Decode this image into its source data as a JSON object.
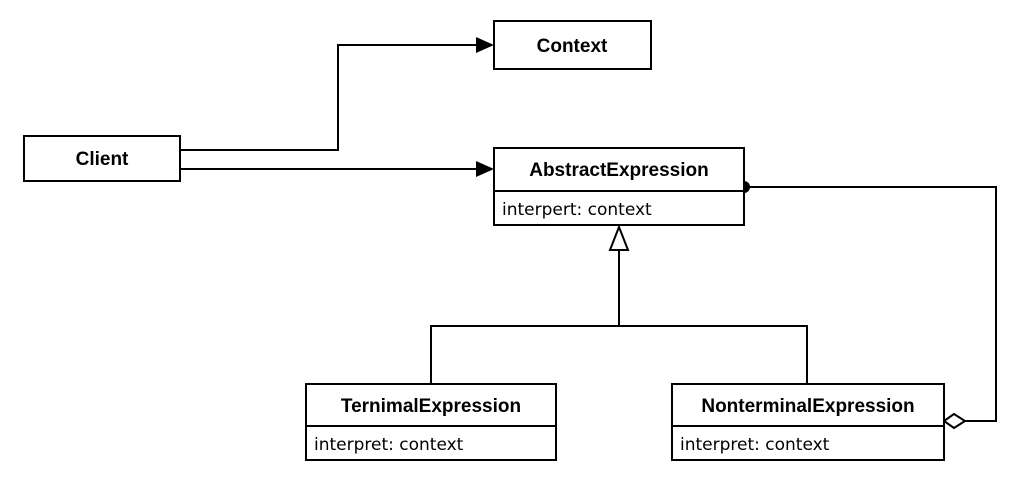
{
  "diagram": {
    "classes": {
      "context": {
        "name": "Context"
      },
      "client": {
        "name": "Client"
      },
      "abstract_expression": {
        "name": "AbstractExpression",
        "operation": "interpert: context"
      },
      "terminal_expression": {
        "name": "TernimalExpression",
        "operation": "interpret: context"
      },
      "nonterminal_expression": {
        "name": "NonterminalExpression",
        "operation": "interpret: context"
      }
    },
    "relationships": [
      {
        "from": "Client",
        "to": "Context",
        "kind": "association",
        "end": "filled-arrow"
      },
      {
        "from": "Client",
        "to": "AbstractExpression",
        "kind": "association",
        "end": "filled-arrow"
      },
      {
        "from": "TernimalExpression",
        "to": "AbstractExpression",
        "kind": "generalization",
        "end": "hollow-triangle"
      },
      {
        "from": "NonterminalExpression",
        "to": "AbstractExpression",
        "kind": "generalization",
        "end": "hollow-triangle"
      },
      {
        "from": "NonterminalExpression",
        "to": "AbstractExpression",
        "kind": "aggregation",
        "end": "hollow-diamond",
        "target_end": "filled-dot"
      }
    ],
    "colors": {
      "stroke": "#000000",
      "fill": "#ffffff"
    }
  }
}
